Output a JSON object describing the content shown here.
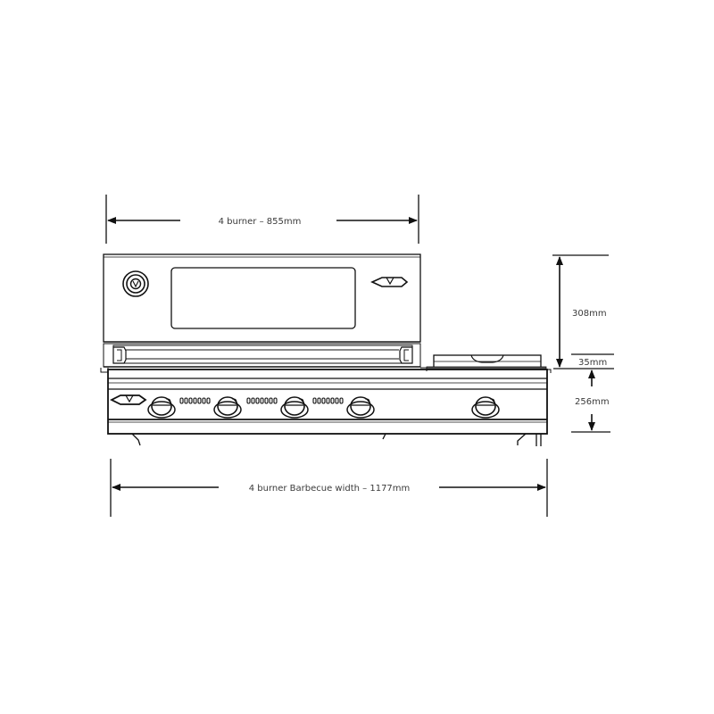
{
  "diagram": {
    "subject": "4 burner built-in barbecue dimensions (front elevation)",
    "dimensions": {
      "hood_width": "4 burner – 855mm",
      "bbq_width": "4 burner Barbecue width – 1177mm",
      "hood_height": "308mm",
      "lip_height": "35mm",
      "body_height": "256mm"
    },
    "hood": {
      "badge_icon": "round-logo-badge",
      "brand_emblem": "diamond-emblem",
      "window": "viewing-window",
      "handle": "hood-handle"
    },
    "body": {
      "brand_emblem": "diamond-emblem",
      "knob_count": 5,
      "vent_groups": [
        {
          "slots": 8
        },
        {
          "slots": 8
        },
        {
          "slots": 8
        }
      ],
      "side_burner": "side-burner-lid"
    },
    "colors": {
      "line": "#111111",
      "text": "#3a3a3a",
      "background": "#ffffff"
    }
  }
}
